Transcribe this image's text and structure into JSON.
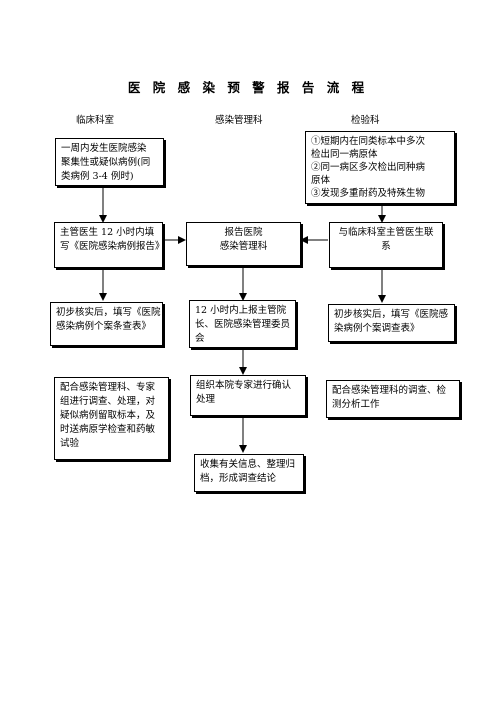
{
  "title": "医 院 感 染 预 警 报 告 流 程",
  "columns": {
    "clinical": "临床科室",
    "infection": "感染管理科",
    "lab": "检验科"
  },
  "nodes": {
    "b1": [
      "一周内发生医院感染",
      "聚集性或疑似病例(同",
      "类病例 3-4 例时)"
    ],
    "b2": [
      "①短期内在同类标本中多次",
      "检出同一病原体",
      "②同一病区多次检出同种病",
      "原体",
      "③发现多重耐药及特殊生物"
    ],
    "b3": [
      "主管医生 12 小时内填",
      "写《医院感染病例报告》"
    ],
    "b4": [
      "报告医院",
      "感染管理科"
    ],
    "b5": [
      "与临床科室主管医生联",
      "系"
    ],
    "b6": [
      "初步核实后，填写《医院",
      "感染病例个案条查表》"
    ],
    "b7": [
      "12 小时内上报主管院",
      "长、医院感染管理委员",
      "会"
    ],
    "b8": [
      "初步核实后，填写《医院感",
      "染病例个案调查表》"
    ],
    "b9": [
      "配合感染管理科、专家",
      "组进行调查、处理，对",
      "疑似病例留取标本，及",
      "时送病原学检查和药敏",
      "试验"
    ],
    "b10": [
      "组织本院专家进行确认",
      "处理"
    ],
    "b11": [
      "配合感染管理科的调查、检",
      "测分析工作"
    ],
    "b12": [
      "收集有关信息、整理归",
      "档，形成调查结论"
    ]
  }
}
